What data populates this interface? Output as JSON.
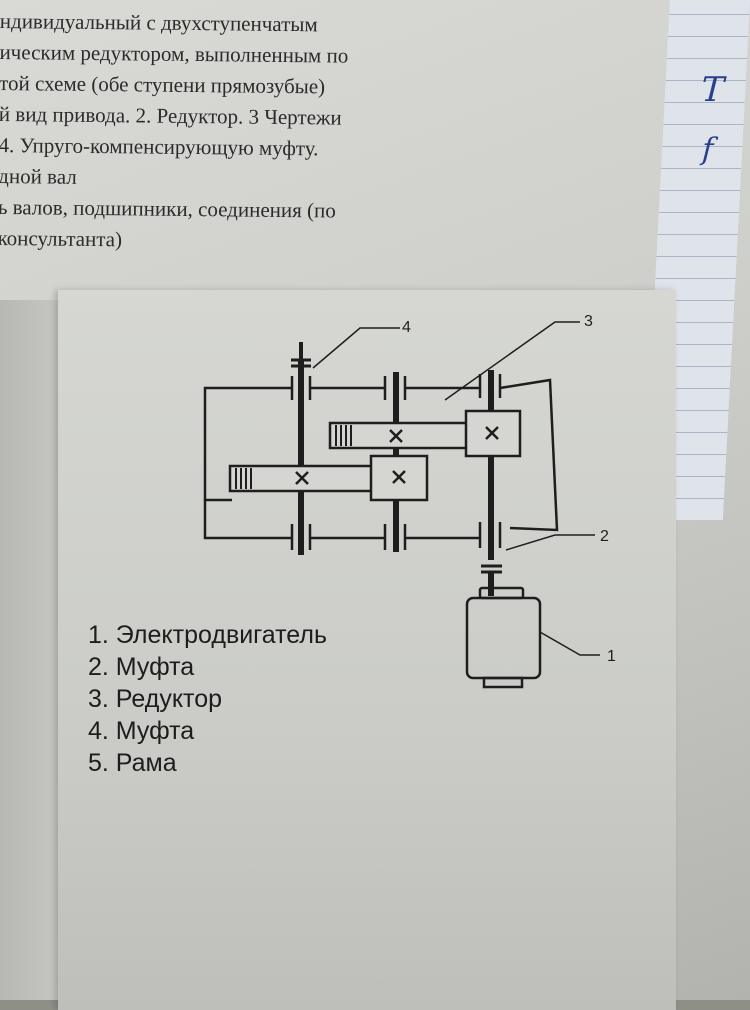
{
  "document": {
    "text_lines": [
      "ндивидуальный с двухступенчатым",
      "ическим редуктором, выполненным по",
      "той схеме (обе ступени прямозубые)",
      "й вид привода. 2. Редуктор. 3 Чертежи",
      "4. Упруго-компенсирующую муфту.",
      "дной вал",
      "ь валов, подшипники, соединения (по",
      "консультанта)"
    ]
  },
  "diagram": {
    "callouts": [
      "4",
      "3",
      "2",
      "1"
    ],
    "legend": [
      "1. Электродвигатель",
      "2. Муфта",
      "3. Редуктор",
      "4. Муфта",
      "5. Рама"
    ]
  },
  "notebook": {
    "marks": [
      "T",
      "f"
    ]
  }
}
